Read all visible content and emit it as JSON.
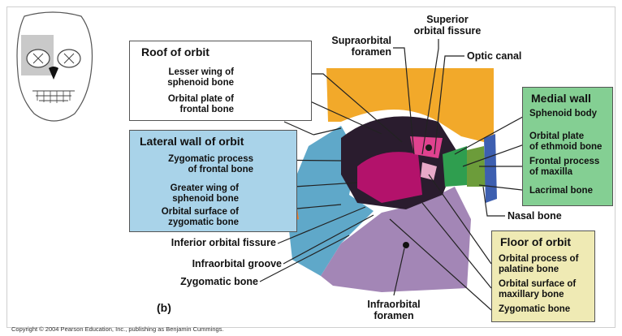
{
  "panel_label": "(b)",
  "copyright": "Copyright © 2004 Pearson Education, Inc., publishing as Benjamin Cummings.",
  "groups": {
    "roof": {
      "title": "Roof of orbit",
      "items": [
        "Lesser wing of\nsphenoid bone",
        "Orbital plate of\nfrontal bone"
      ]
    },
    "lateral": {
      "title": "Lateral wall of orbit",
      "items": [
        "Zygomatic process\nof frontal bone",
        "Greater wing of\nsphenoid bone",
        "Orbital surface of\nzygomatic bone"
      ]
    },
    "medial": {
      "title": "Medial wall",
      "items": [
        "Sphenoid body",
        "Orbital plate\nof ethmoid bone",
        "Frontal process\nof maxilla",
        "Lacrimal bone"
      ]
    },
    "floor": {
      "title": "Floor of orbit",
      "items": [
        "Orbital process of\npalatine bone",
        "Orbital surface of\nmaxillary bone",
        "Zygomatic bone"
      ]
    }
  },
  "labels": {
    "supraorbital_foramen": "Supraorbital\nforamen",
    "superior_orbital_fissure": "Superior\norbital fissure",
    "optic_canal": "Optic canal",
    "nasal_bone": "Nasal bone",
    "inferior_orbital_fissure": "Inferior orbital fissure",
    "infraorbital_groove": "Infraorbital groove",
    "zygomatic_bone": "Zygomatic bone",
    "infraorbital_foramen": "Infraorbital\nforamen"
  },
  "colors": {
    "frontal": "#f2a92a",
    "sphenoid_greater": "#b3126b",
    "sphenoid_lesser": "#e0428f",
    "zygomatic": "#5fa8c9",
    "maxilla": "#a386b6",
    "ethmoid": "#2f9e4f",
    "lacrimal": "#6c9c3a",
    "nasal": "#3d5fb0",
    "frontal_process_maxilla": "#b9a0cf",
    "palatine": "#e7a9c8",
    "zygomatic_process": "#ef7f2f",
    "lateral_box_bg": "#a9d3e9",
    "medial_box_bg": "#84cf93",
    "floor_box_bg": "#efeab4"
  }
}
